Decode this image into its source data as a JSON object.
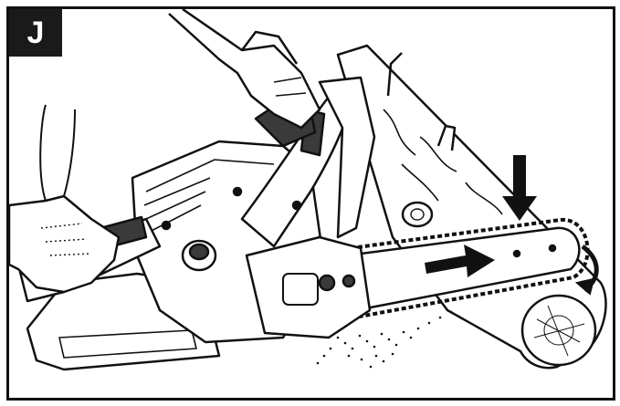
{
  "figure": {
    "label": "J",
    "colors": {
      "line": "#111111",
      "badge_bg": "#1a1a1a",
      "badge_text": "#ffffff",
      "dark_parts": "#3a3a3a",
      "background": "#ffffff"
    },
    "icons": [
      "chainsaw-illustration",
      "log-illustration",
      "gloved-hand-icon",
      "down-arrow-icon",
      "right-arrow-icon",
      "curved-arrow-icon",
      "sawdust-spray"
    ]
  }
}
